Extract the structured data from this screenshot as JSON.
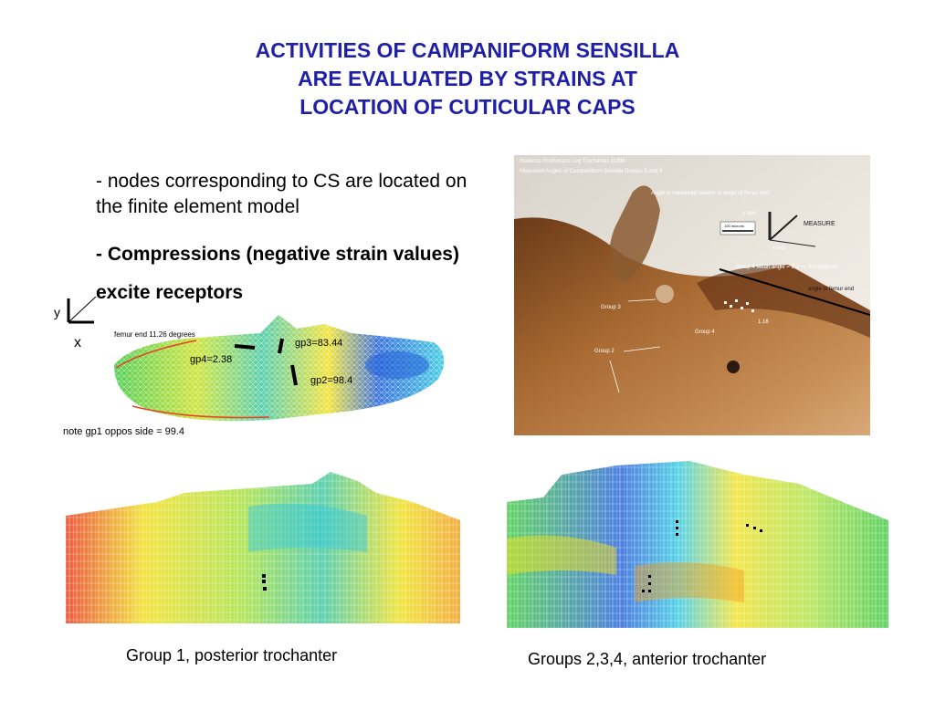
{
  "slide": {
    "title_lines": [
      "ACTIVITIES OF CAMPANIFORM SENSILLA",
      "ARE EVALUATED BY STRAINS AT",
      "LOCATION OF CUTICULAR CAPS"
    ],
    "bullet_1": "- nodes corresponding to  CS are located on the finite element model",
    "bullet_2": "- Compressions (negative strain values) excite receptors",
    "colors": {
      "title": "#1f1fa8",
      "mesh_green": "#3cc840",
      "mesh_yellow": "#f0e020",
      "mesh_red": "#e84020",
      "mesh_blue": "#2060d8",
      "mesh_cyan": "#30c8e0"
    }
  },
  "fem_model": {
    "axis_y": "y",
    "axis_x": "x",
    "femur_label": "femur end 11.26 degrees",
    "gp3": "gp3=83.44",
    "gp4": "gp4=2.38",
    "gp2": "gp2=98.4",
    "note": "note gp1 oppos side = 99.4"
  },
  "photo": {
    "title_1": "Blaberus Prothoracic Leg Trochanter 11398",
    "title_2": "Measured Angles of Campaniform Sensilla Groups 3 and 4",
    "angle_note": "Angle is measured relative to angle of femur end",
    "y_axis": "y axis",
    "x_axis": "x axis",
    "measure": "MEASURE",
    "scale_bar": "100 microns",
    "mean_angle": "Group 4 Mean angle = 3.2 +/- 5.3 degrees",
    "femur_angle": "angle of femur end",
    "group3": "Group 3",
    "group4": "Group 4",
    "group2": "Group 2",
    "num": "1.16"
  },
  "captions": {
    "left": "Group 1, posterior trochanter",
    "right": "Groups 2,3,4, anterior trochanter"
  }
}
